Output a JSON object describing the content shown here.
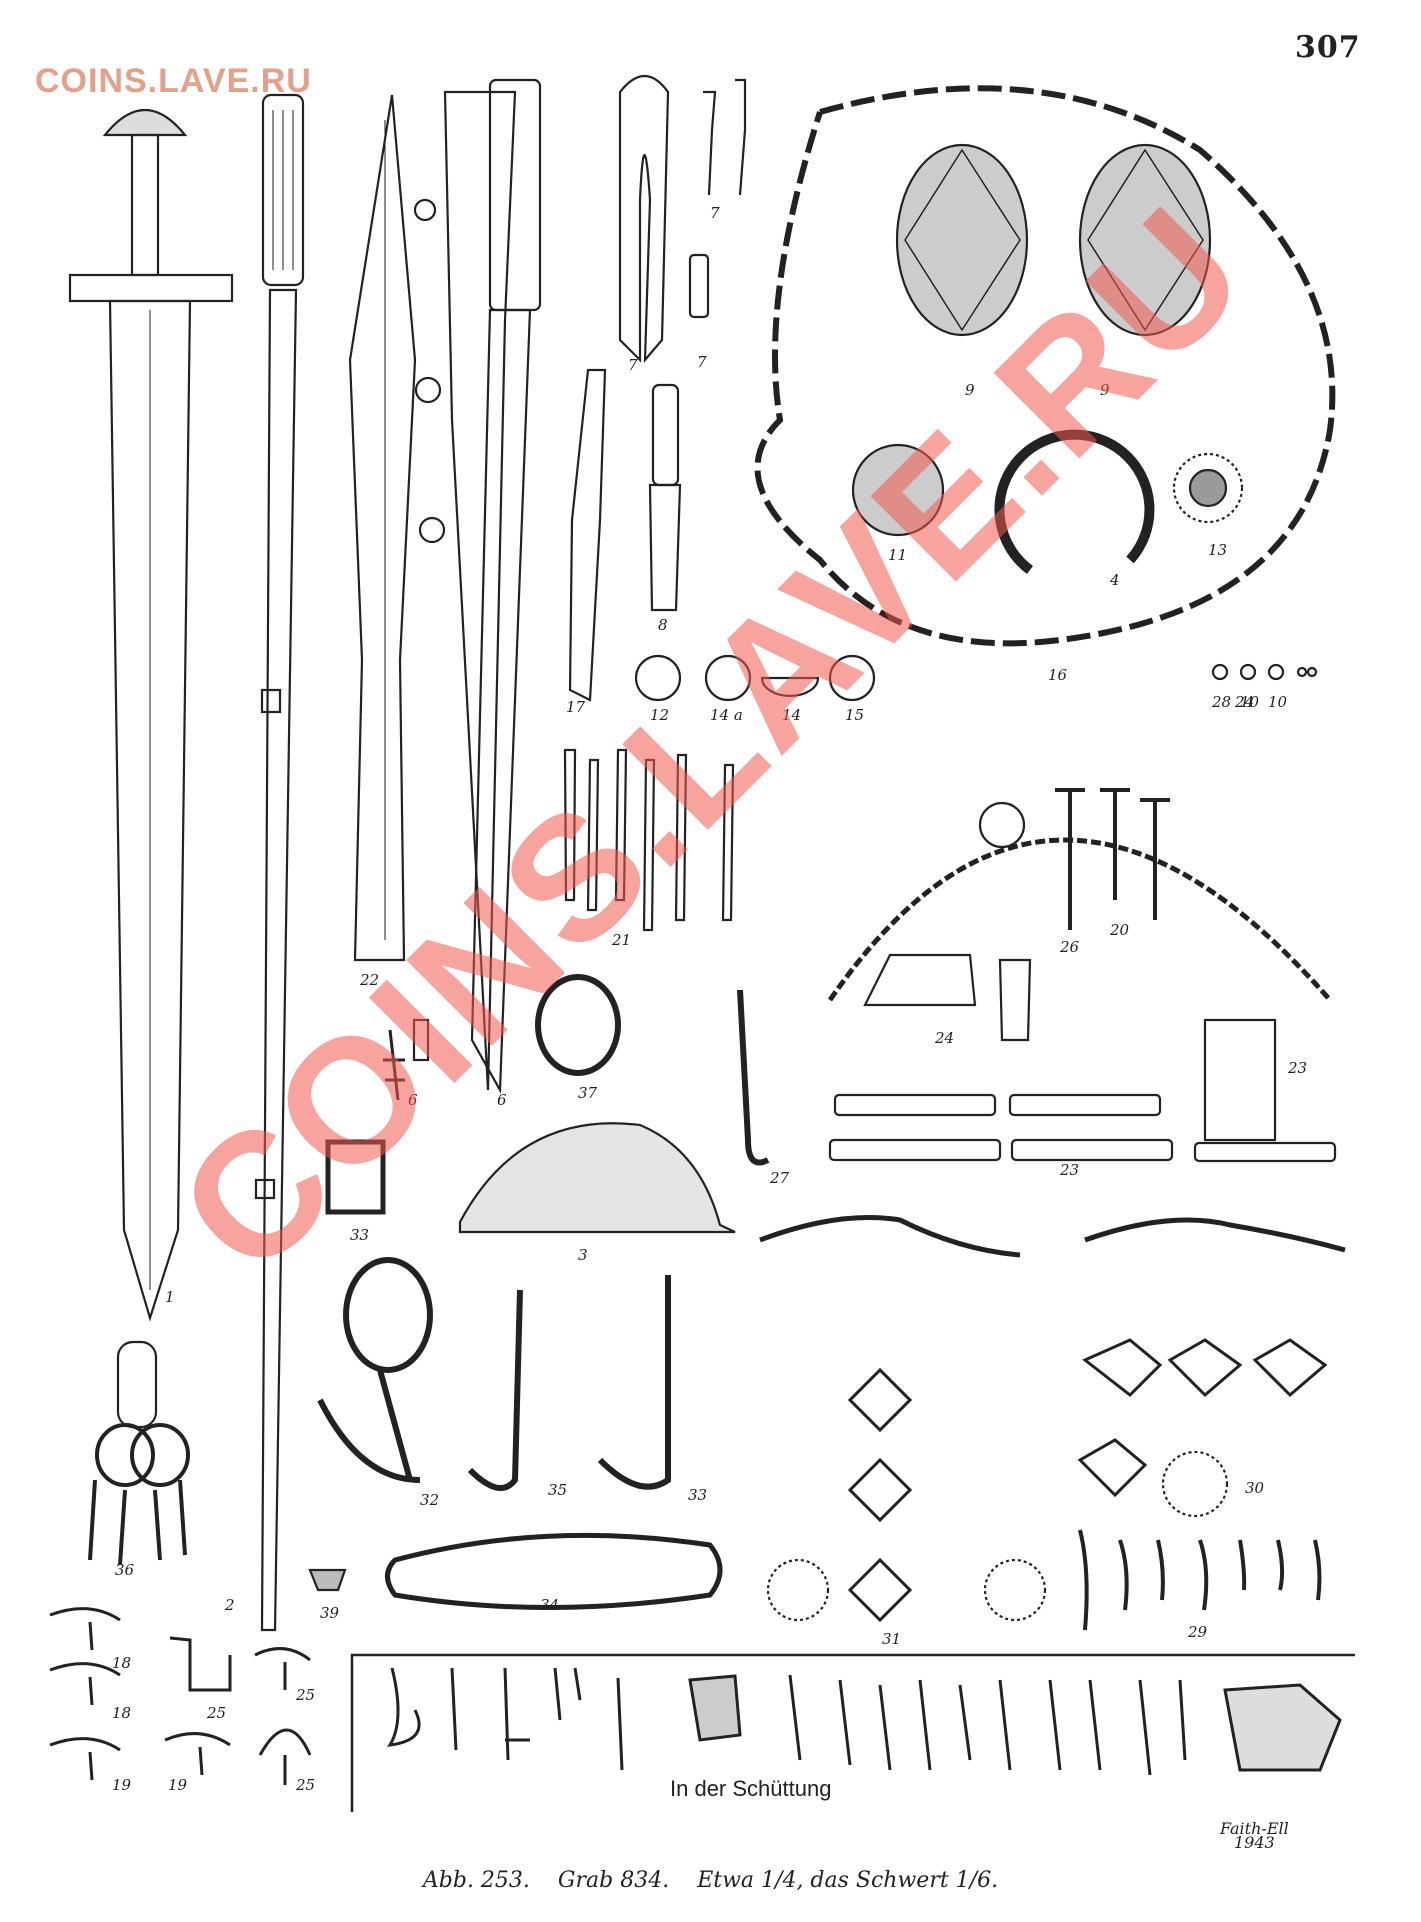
{
  "page_number": "307",
  "site_mark": "COINS.LAVE.RU",
  "watermark": "COINS.LAVE.RU",
  "labels": {
    "l1": "1",
    "l2": "2",
    "l3": "3",
    "l4": "4",
    "l6a": "6",
    "l6b": "6",
    "l7a": "7",
    "l7b": "7",
    "l7c": "7",
    "l8": "8",
    "l9a": "9",
    "l9b": "9",
    "l10a": "10",
    "l10b": "10",
    "l11": "11",
    "l12": "12",
    "l13": "13",
    "l14a": "14 a",
    "l14": "14",
    "l15": "15",
    "l16": "16",
    "l17": "17",
    "l18a": "18",
    "l18b": "18",
    "l19a": "19",
    "l19b": "19",
    "l20": "20",
    "l21": "21",
    "l22": "22",
    "l23a": "23",
    "l23b": "23",
    "l24a": "24",
    "l24b": "24",
    "l25a": "25",
    "l25b": "25",
    "l25c": "25",
    "l26": "26",
    "l27": "27",
    "l28": "28",
    "l29": "29",
    "l30": "30",
    "l31": "31",
    "l32": "32",
    "l33a": "33",
    "l33b": "33",
    "l34": "34",
    "l35": "35",
    "l36": "36",
    "l37": "37",
    "l39": "39"
  },
  "fill_label": "In der Schüttung",
  "signature_line1": "Faith-Ell",
  "signature_line2": "1943",
  "caption": {
    "figure": "Abb. 253.",
    "grave": "Grab 834.",
    "scale": "Etwa 1/4, das Schwert 1/6."
  },
  "colors": {
    "ink": "#222222",
    "watermark": "#f05a50",
    "site_mark": "#e5a089"
  }
}
